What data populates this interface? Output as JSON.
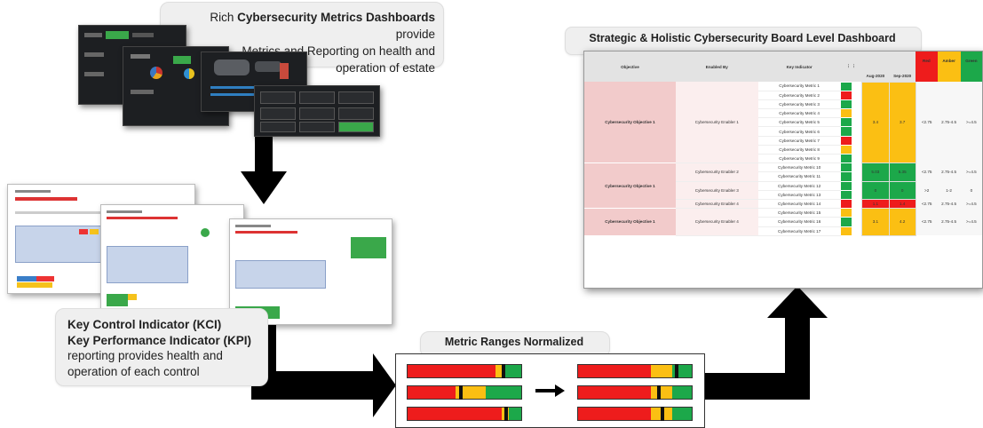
{
  "top_callout": {
    "line1_prefix": "Rich ",
    "line1_bold": "Cybersecurity Metrics Dashboards",
    "line1_suffix": " provide",
    "line2": "Metrics and Reporting on health and",
    "line3": "operation of estate"
  },
  "kpi_callout": {
    "line1": "Key Control Indicator (KCI)",
    "line2": "Key Performance Indicator (KPI)",
    "line3": "reporting provides health and",
    "line4": "operation of each control"
  },
  "ranges": {
    "title": "Metric Ranges Normalized",
    "before": [
      {
        "red": 0.77,
        "amber": 0.08,
        "green": 0.15,
        "marker": 0.84
      },
      {
        "red": 0.42,
        "amber": 0.27,
        "green": 0.31,
        "marker": 0.47
      },
      {
        "red": 0.83,
        "amber": 0.06,
        "green": 0.11,
        "marker": 0.87
      }
    ],
    "after": [
      {
        "red": 0.64,
        "amber": 0.19,
        "green": 0.17,
        "marker": 0.87
      },
      {
        "red": 0.64,
        "amber": 0.19,
        "green": 0.17,
        "marker": 0.71
      },
      {
        "red": 0.64,
        "amber": 0.19,
        "green": 0.17,
        "marker": 0.74
      }
    ]
  },
  "board": {
    "title": "Strategic & Holistic Cybersecurity Board Level Dashboard",
    "headers": {
      "objective": "Objective",
      "enabled_by": "Enabled By",
      "key_indicator": "Key Indicator",
      "aug": "Aug-2020",
      "sep": "Sep-2020",
      "red": "Red",
      "amber": "Amber",
      "green": "Green"
    },
    "groups": [
      {
        "objective": "Cybersecurity Objective 1",
        "enablers": [
          {
            "name": "Cybersecurity Enabler 1",
            "metrics": [
              "Cybersecurity Metric 1",
              "Cybersecurity Metric 2",
              "Cybersecurity Metric 3",
              "Cybersecurity Metric 4",
              "Cybersecurity Metric 5",
              "Cybersecurity Metric 6",
              "Cybersecurity Metric 7",
              "Cybersecurity Metric 8",
              "Cybersecurity Metric 9"
            ],
            "spark": [
              "green",
              "red",
              "green",
              "amber",
              "green",
              "green",
              "red",
              "amber",
              "green"
            ],
            "aug": "3.4",
            "sep": "3.7",
            "aug_color": "amber",
            "sep_color": "amber",
            "red": "<2.75",
            "amber": "2.75-4.5",
            "green": ">=4.5"
          }
        ]
      },
      {
        "objective": "Cybersecurity Objective 1",
        "enablers": [
          {
            "name": "Cybersecurity Enabler 2",
            "metrics": [
              "Cybersecurity Metric 10",
              "Cybersecurity Metric 11"
            ],
            "spark": [
              "green",
              "green"
            ],
            "aug": "5.03",
            "sep": "5.35",
            "aug_color": "green",
            "sep_color": "green",
            "red": "<2.75",
            "amber": "2.75-4.5",
            "green": ">=4.5"
          },
          {
            "name": "Cybersecurity Enabler 3",
            "metrics": [
              "Cybersecurity Metric 12",
              "Cybersecurity Metric 13"
            ],
            "spark": [
              "green",
              "green"
            ],
            "aug": "0",
            "sep": "0",
            "aug_color": "green",
            "sep_color": "green",
            "red": ">2",
            "amber": "1-2",
            "green": "0"
          },
          {
            "name": "Cybersecurity Enabler 4",
            "metrics": [
              "Cybersecurity Metric 14"
            ],
            "spark": [
              "red"
            ],
            "aug": "1.1",
            "sep": "1.4",
            "aug_color": "red",
            "sep_color": "red",
            "red": "<2.75",
            "amber": "2.75-4.5",
            "green": ">=4.5"
          }
        ]
      },
      {
        "objective": "Cybersecurity Objective 1",
        "enablers": [
          {
            "name": "Cybersecurity Enabler 4",
            "metrics": [
              "Cybersecurity Metric 15",
              "Cybersecurity Metric 16",
              "Cybersecurity Metric 17"
            ],
            "spark": [
              "amber",
              "green",
              "amber"
            ],
            "aug": "3.1",
            "sep": "4.2",
            "aug_color": "amber",
            "sep_color": "amber",
            "red": "<2.75",
            "amber": "2.75-4.5",
            "green": ">=4.5"
          }
        ]
      }
    ]
  },
  "colors": {
    "red": "#ee1c1c",
    "amber": "#fbbf13",
    "green": "#1ca84a",
    "objective_bg": "#f2cbcb",
    "enabler_bg": "#fbeeee",
    "header_bg": "#e3e3e3",
    "arrow": "#000000"
  }
}
